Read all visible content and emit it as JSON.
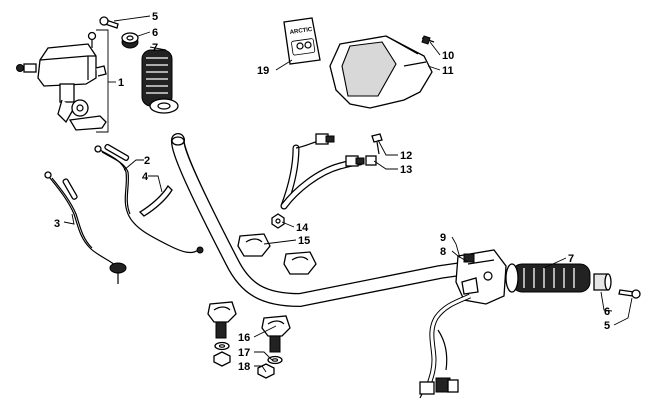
{
  "callouts": {
    "c1": "1",
    "c2": "2",
    "c3": "3",
    "c4": "4",
    "c5a": "5",
    "c5b": "5",
    "c6a": "6",
    "c6b": "6",
    "c7a": "7",
    "c7b": "7",
    "c8": "8",
    "c9": "9",
    "c10": "10",
    "c11": "11",
    "c12": "12",
    "c13": "13",
    "c14": "14",
    "c15": "15",
    "c16": "16",
    "c17": "17",
    "c18": "18",
    "c19": "19"
  },
  "decal": {
    "text": "ARCTIC"
  }
}
